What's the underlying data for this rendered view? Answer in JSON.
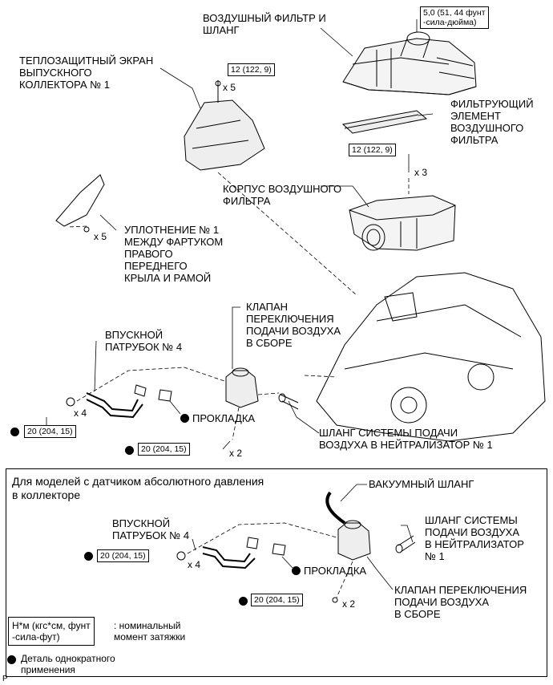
{
  "labels": {
    "air_filter_hose": "ВОЗДУШНЫЙ ФИЛЬТР И\nШЛАНГ",
    "heat_shield": "ТЕПЛОЗАЩИТНЫЙ ЭКРАН\nВЫПУСКНОГО\nКОЛЛЕКТОРА № 1",
    "filter_element": "ФИЛЬТРУЮЩИЙ\nЭЛЕМЕНТ\nВОЗДУШНОГО\nФИЛЬТРА",
    "filter_housing": "КОРПУС ВОЗДУШНОГО\nФИЛЬТРА",
    "seal": "УПЛОТНЕНИЕ № 1\nМЕЖДУ ФАРТУКОМ\nПРАВОГО\nПЕРЕДНЕГО\nКРЫЛА И РАМОЙ",
    "valve_top": "КЛАПАН\nПЕРЕКЛЮЧЕНИЯ\nПОДАЧИ ВОЗДУХА\nВ СБОРЕ",
    "pipe_top": "ВПУСКНОЙ\nПАТРУБОК № 4",
    "gasket_top": "ПРОКЛАДКА",
    "hose_top": "ШЛАНГ СИСТЕМЫ ПОДАЧИ\nВОЗДУХА В НЕЙТРАЛИЗАТОР № 1",
    "box_title": "Для моделей с датчиком абсолютного давления\nв коллекторе",
    "vacuum_hose": "ВАКУУМНЫЙ ШЛАНГ",
    "pipe_bottom": "ВПУСКНОЙ\nПАТРУБОК № 4",
    "hose_bottom": "ШЛАНГ СИСТЕМЫ\nПОДАЧИ ВОЗДУХА\nВ НЕЙТРАЛИЗАТОР\n№ 1",
    "gasket_bottom": "ПРОКЛАДКА",
    "valve_bottom": "КЛАПАН ПЕРЕКЛЮЧЕНИЯ\nПОДАЧИ ВОЗДУХА\nВ СБОРЕ"
  },
  "torque_specs": {
    "air_filter_clamp": "5,0 (51, 44 фунт\n-сила-дюйма)",
    "heat_shield_bolt": "12 (122, 9)",
    "housing_bolt": "12 (122, 9)",
    "pipe_nut_top": "20 (204, 15)",
    "valve_nut_top": "20 (204, 15)",
    "pipe_nut_bottom": "20 (204, 15)",
    "valve_nut_bottom": "20 (204, 15)"
  },
  "quantities": {
    "heat_shield_bolts": "x 5",
    "housing_bolts": "x 3",
    "seal_clips": "x 5",
    "pipe_nuts_top": "x 4",
    "valve_nuts_top": "x 2",
    "pipe_nuts_bottom": "x 4",
    "valve_nuts_bottom": "x 2"
  },
  "legend": {
    "torque_unit": "Н*м (кгс*см, фунт\n-сила-фут)",
    "torque_desc": ": номинальный\nмомент затяжки",
    "non_reusable": "Деталь однократного\nприменения"
  },
  "figure_code": "P"
}
